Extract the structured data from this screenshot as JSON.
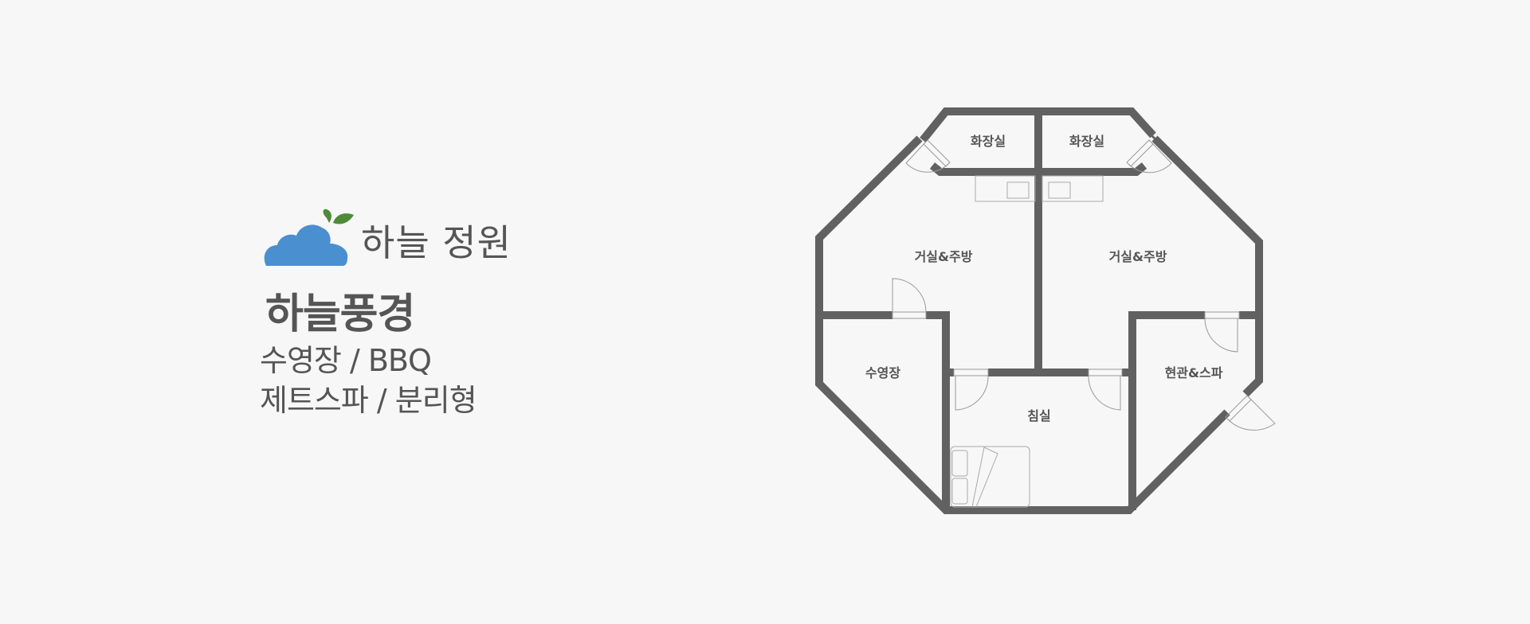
{
  "brand": {
    "logo_icon": "cloud-with-leaves-icon",
    "name": "하늘 정원",
    "colors": {
      "cloud": "#4a8fd0",
      "leaf": "#4e8a3a"
    }
  },
  "unit": {
    "title": "하늘풍경",
    "features": [
      "수영장 / BBQ",
      "제트스파 / 분리형"
    ]
  },
  "floor_plan": {
    "wall_color": "#616161",
    "rooms": {
      "bathroom_left": "화장실",
      "bathroom_right": "화장실",
      "living_kitchen_left": "거실&주방",
      "living_kitchen_right": "거실&주방",
      "pool": "수영장",
      "bedroom": "침실",
      "entrance_spa": "현관&스파"
    }
  }
}
